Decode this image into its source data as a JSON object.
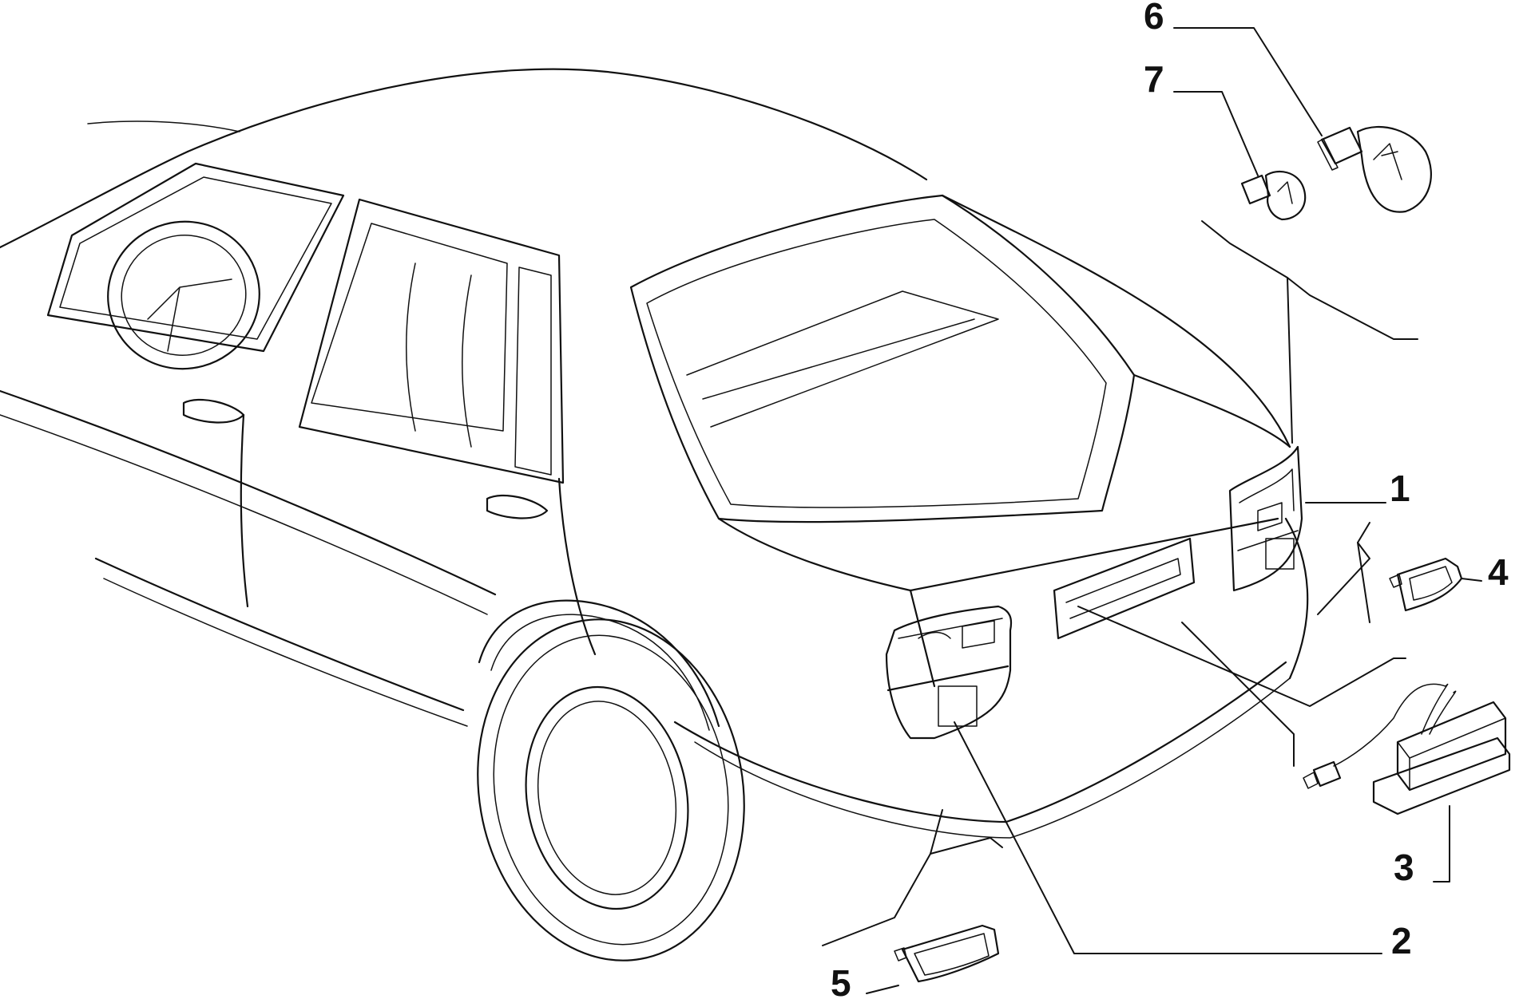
{
  "diagram": {
    "callouts": [
      {
        "id": "1",
        "text": "1"
      },
      {
        "id": "2",
        "text": "2"
      },
      {
        "id": "3",
        "text": "3"
      },
      {
        "id": "4",
        "text": "4"
      },
      {
        "id": "5",
        "text": "5"
      },
      {
        "id": "6",
        "text": "6"
      },
      {
        "id": "7",
        "text": "7"
      }
    ],
    "parts": {
      "1": "right-tail-lamp",
      "2": "left-tail-lamp",
      "3": "license-plate-lamp",
      "4": "right-reflector",
      "5": "left-reflector",
      "6": "large-bulb",
      "7": "small-bulb"
    },
    "colors": {
      "ink": "#111111",
      "background": "#ffffff"
    }
  }
}
